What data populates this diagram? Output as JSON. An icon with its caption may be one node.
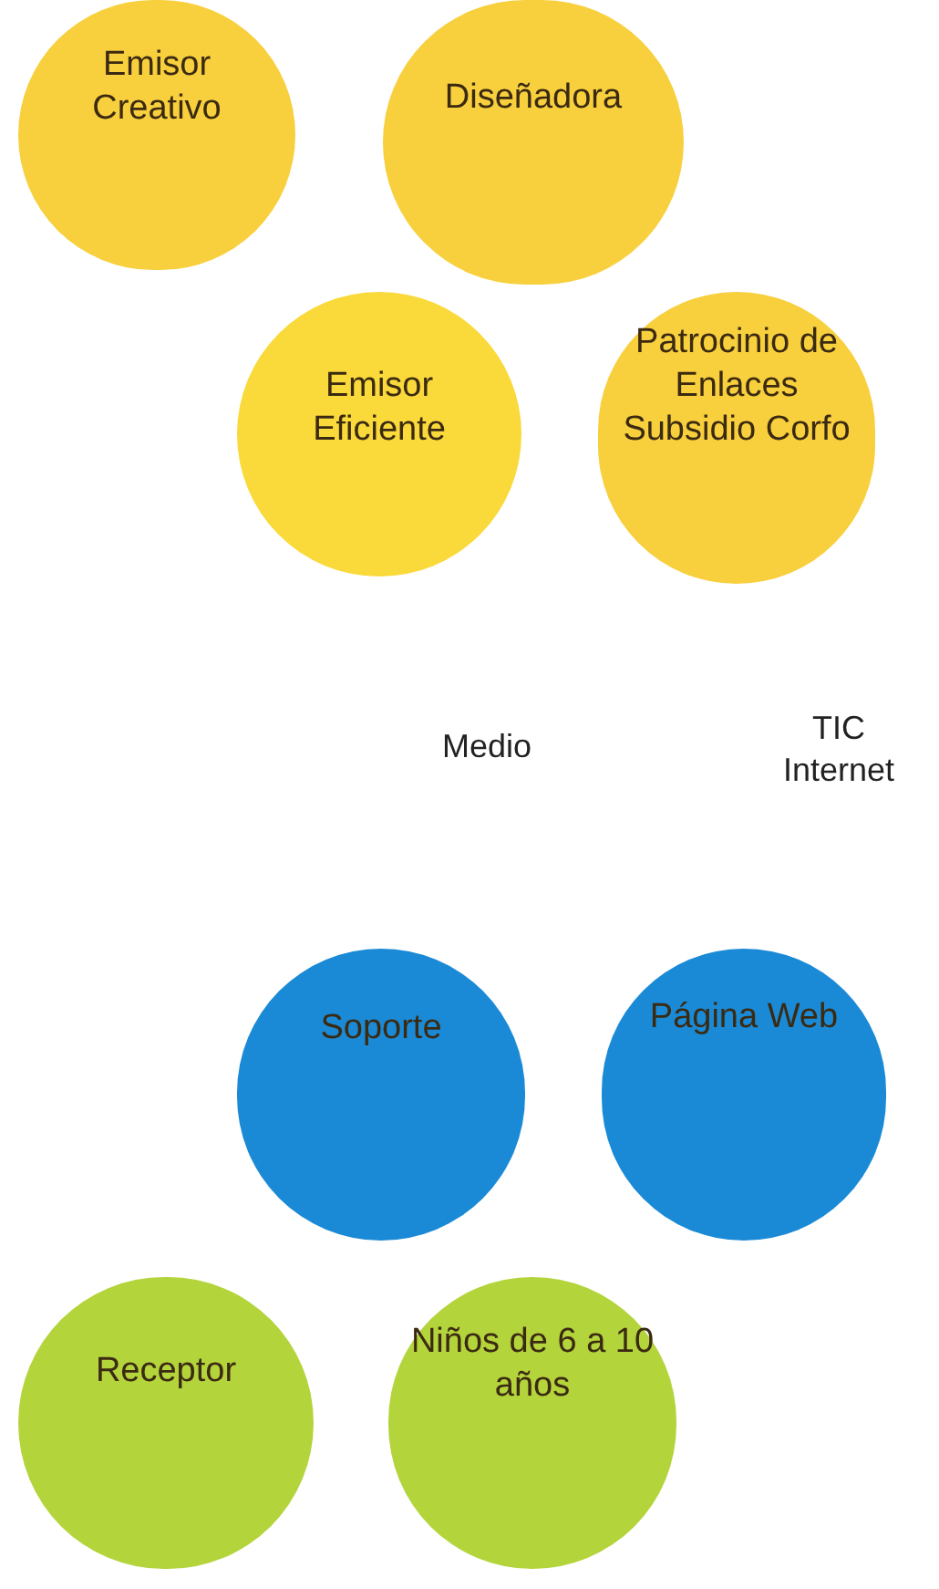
{
  "diagram": {
    "nodes": [
      {
        "text": [
          "Emisor Creativo"
        ]
      },
      {
        "text": [
          "Diseñadora"
        ]
      },
      {
        "text": [
          "Emisor Eficiente"
        ]
      },
      {
        "text": [
          "Patrocinio de Enlaces Subsidio Corfo"
        ]
      },
      {
        "text": [
          "Soporte"
        ]
      },
      {
        "text": [
          "Página Web"
        ]
      },
      {
        "text": [
          "Receptor"
        ]
      },
      {
        "text": [
          "Niños de 6 a 10 años"
        ]
      }
    ],
    "labels": [
      "Medio",
      "TIC Internet"
    ]
  }
}
